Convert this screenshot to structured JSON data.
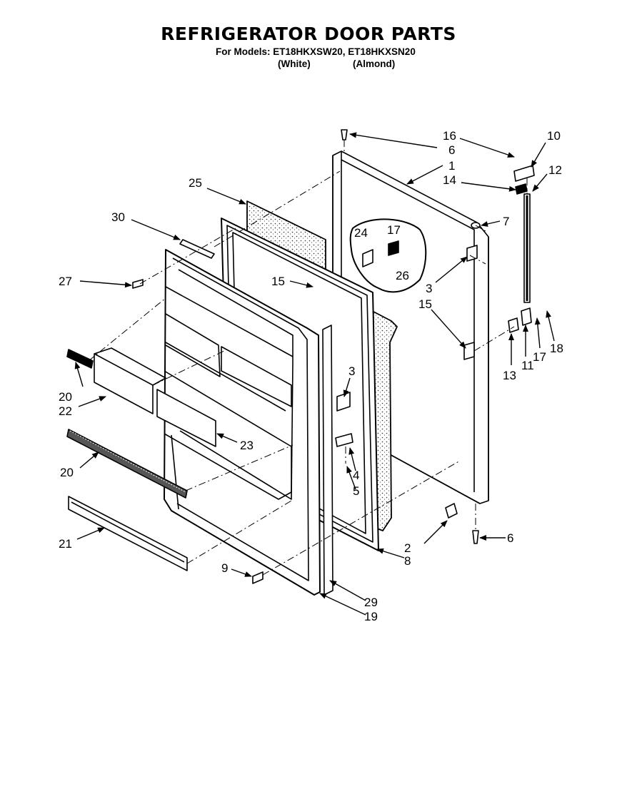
{
  "header": {
    "title": "REFRIGERATOR DOOR PARTS",
    "models": "For Models: ET18HKXSW20, ET18HKXSN20",
    "variant_white": "(White)",
    "variant_almond": "(Almond)"
  },
  "callouts": [
    {
      "id": "c16",
      "text": "16"
    },
    {
      "id": "c10",
      "text": "10"
    },
    {
      "id": "c6a",
      "text": "6"
    },
    {
      "id": "c1",
      "text": "1"
    },
    {
      "id": "c14",
      "text": "14"
    },
    {
      "id": "c12",
      "text": "12"
    },
    {
      "id": "c25",
      "text": "25"
    },
    {
      "id": "c7",
      "text": "7"
    },
    {
      "id": "c30",
      "text": "30"
    },
    {
      "id": "c24",
      "text": "24"
    },
    {
      "id": "c17a",
      "text": "17"
    },
    {
      "id": "c26",
      "text": "26"
    },
    {
      "id": "c27",
      "text": "27"
    },
    {
      "id": "c15a",
      "text": "15"
    },
    {
      "id": "c3a",
      "text": "3"
    },
    {
      "id": "c15b",
      "text": "15"
    },
    {
      "id": "c18",
      "text": "18"
    },
    {
      "id": "c17b",
      "text": "17"
    },
    {
      "id": "c11",
      "text": "11"
    },
    {
      "id": "c13",
      "text": "13"
    },
    {
      "id": "c20a",
      "text": "20"
    },
    {
      "id": "c22",
      "text": "22"
    },
    {
      "id": "c3b",
      "text": "3"
    },
    {
      "id": "c23",
      "text": "23"
    },
    {
      "id": "c20b",
      "text": "20"
    },
    {
      "id": "c4",
      "text": "4"
    },
    {
      "id": "c5",
      "text": "5"
    },
    {
      "id": "c21",
      "text": "21"
    },
    {
      "id": "c2",
      "text": "2"
    },
    {
      "id": "c6b",
      "text": "6"
    },
    {
      "id": "c8",
      "text": "8"
    },
    {
      "id": "c9",
      "text": "9"
    },
    {
      "id": "c29",
      "text": "29"
    },
    {
      "id": "c19",
      "text": "19"
    }
  ]
}
